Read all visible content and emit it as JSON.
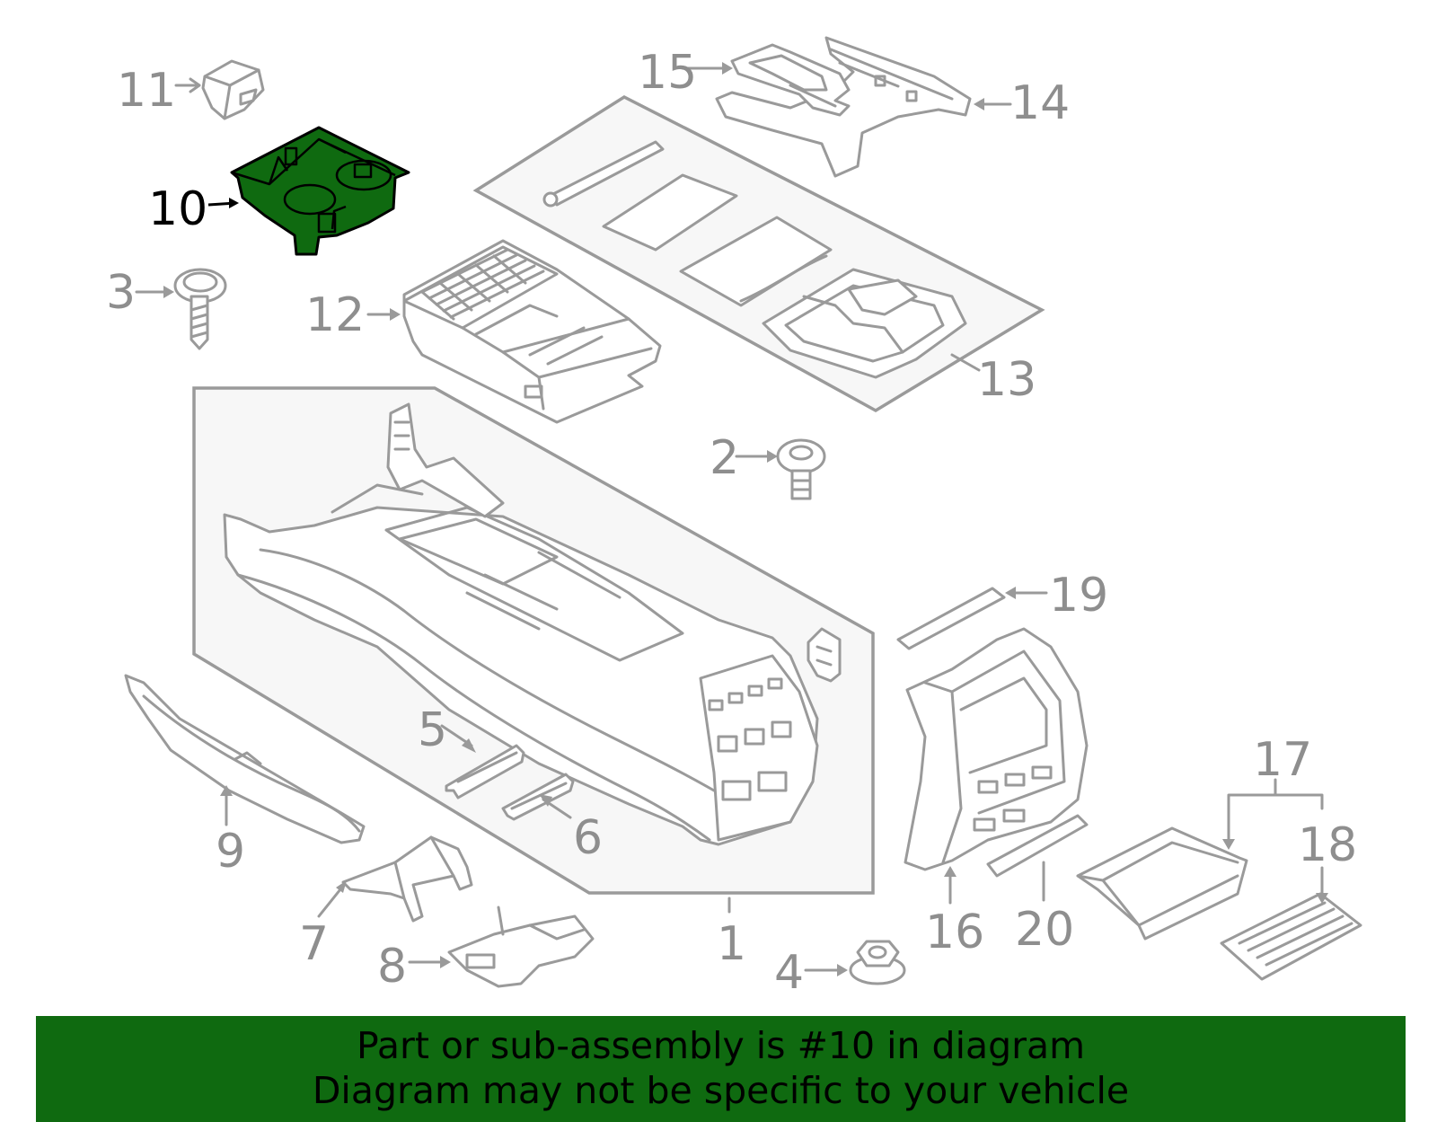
{
  "diagram": {
    "highlight_color": "#0f6a10",
    "line_color": "#9a9a9a",
    "highlighted_part": "10",
    "callouts": [
      {
        "id": "c1",
        "label": "1"
      },
      {
        "id": "c2",
        "label": "2"
      },
      {
        "id": "c3",
        "label": "3"
      },
      {
        "id": "c4",
        "label": "4"
      },
      {
        "id": "c5",
        "label": "5"
      },
      {
        "id": "c6",
        "label": "6"
      },
      {
        "id": "c7",
        "label": "7"
      },
      {
        "id": "c8",
        "label": "8"
      },
      {
        "id": "c9",
        "label": "9"
      },
      {
        "id": "c10",
        "label": "10"
      },
      {
        "id": "c11",
        "label": "11"
      },
      {
        "id": "c12",
        "label": "12"
      },
      {
        "id": "c13",
        "label": "13"
      },
      {
        "id": "c14",
        "label": "14"
      },
      {
        "id": "c15",
        "label": "15"
      },
      {
        "id": "c16",
        "label": "16"
      },
      {
        "id": "c17",
        "label": "17"
      },
      {
        "id": "c18",
        "label": "18"
      },
      {
        "id": "c19",
        "label": "19"
      },
      {
        "id": "c20",
        "label": "20"
      }
    ]
  },
  "banner": {
    "line1": "Part or sub-assembly is #10 in diagram",
    "line2": "Diagram may not be specific to your vehicle",
    "background": "#0f6a10"
  }
}
